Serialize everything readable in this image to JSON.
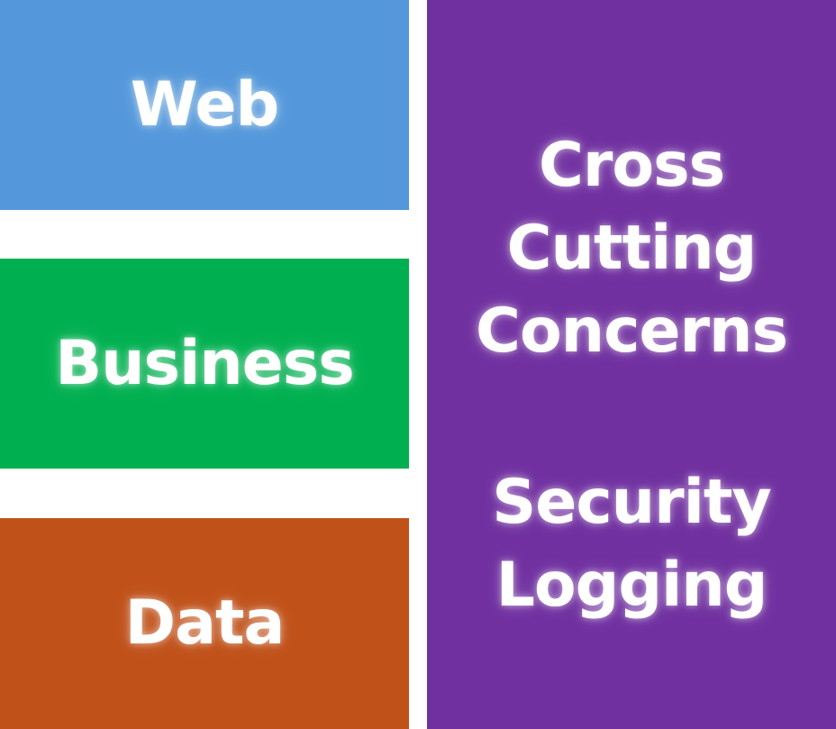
{
  "colors": {
    "web": "#5498DB",
    "business": "#00B050",
    "data": "#C05119",
    "cross_cutting": "#7030A0"
  },
  "layers": {
    "web": "Web",
    "business": "Business",
    "data": "Data"
  },
  "cross_cutting": {
    "heading_lines": [
      "Cross",
      "Cutting",
      "Concerns"
    ],
    "items": [
      "Security",
      "Logging"
    ]
  }
}
